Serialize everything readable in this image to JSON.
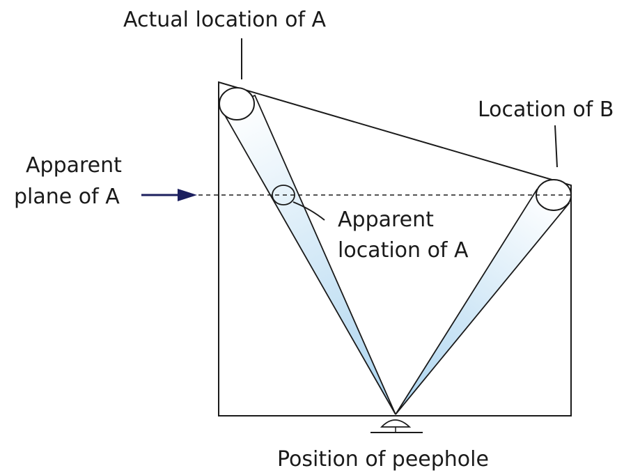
{
  "labels": {
    "actual_location_a": "Actual location of A",
    "location_b": "Location of B",
    "apparent_plane_a_line1": "Apparent",
    "apparent_plane_a_line2": "plane of A",
    "apparent_location_a_line1": "Apparent",
    "apparent_location_a_line2": "location of A",
    "peephole": "Position of peephole"
  },
  "colors": {
    "stroke": "#1a1a1a",
    "arrow": "#1b1f5e",
    "cone_light": "#ffffff",
    "cone_dark": "#a9d3ef"
  }
}
